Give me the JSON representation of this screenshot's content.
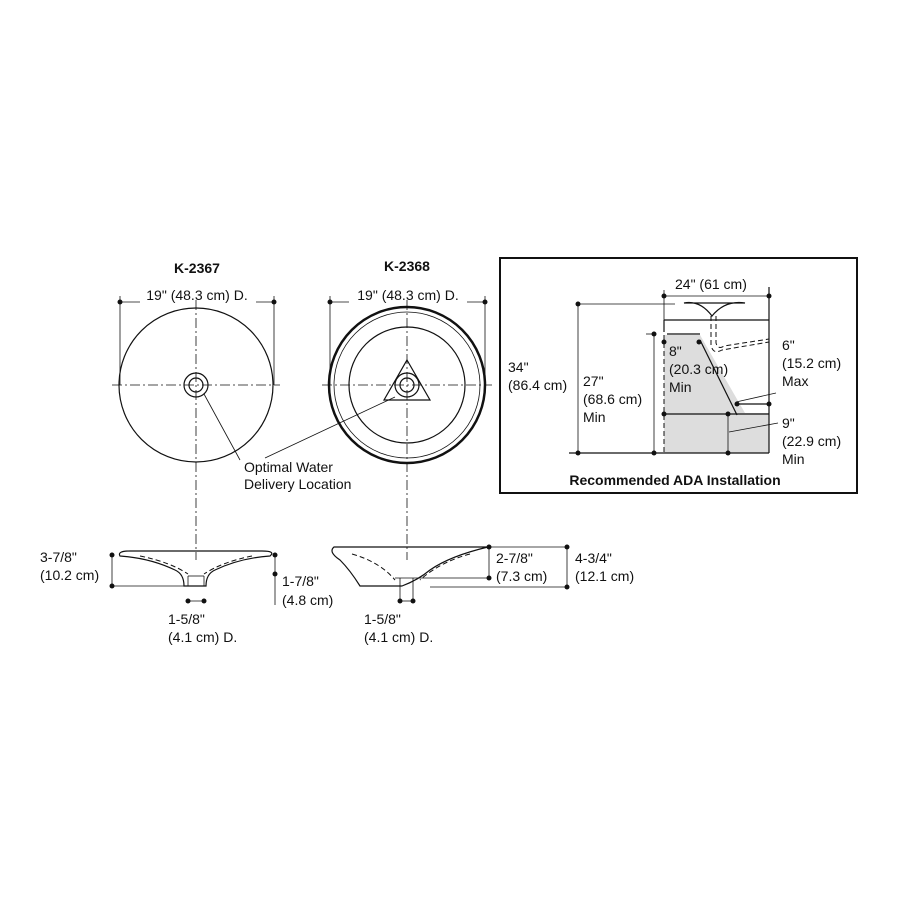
{
  "models": {
    "k2367": {
      "label": "K-2367",
      "diameter": "19\" (48.3 cm) D.",
      "height_in": "3-7/8\"",
      "height_cm": "(10.2 cm)",
      "base_in": "1-7/8\"",
      "base_cm": "(4.8 cm)",
      "drain_in": "1-5/8\"",
      "drain_cm": "(4.1 cm) D."
    },
    "k2368": {
      "label": "K-2368",
      "diameter": "19\" (48.3 cm) D.",
      "bowl_in": "2-7/8\"",
      "bowl_cm": "(7.3 cm)",
      "height_in": "4-3/4\"",
      "height_cm": "(12.1 cm)",
      "drain_in": "1-5/8\"",
      "drain_cm": "(4.1 cm) D."
    }
  },
  "callout": {
    "line1": "Optimal Water",
    "line2": "Delivery Location"
  },
  "ada": {
    "title": "Recommended ADA Installation",
    "width": "24\" (61 cm)",
    "total_in": "34\"",
    "total_cm": "(86.4 cm)",
    "knee_in": "27\"",
    "knee_cm": "(68.6 cm)",
    "knee_min": "Min",
    "depth_in": "8\"",
    "depth_cm": "(20.3 cm)",
    "depth_min": "Min",
    "trap_in": "6\"",
    "trap_cm": "(15.2 cm)",
    "trap_max": "Max",
    "toe_in": "9\"",
    "toe_cm": "(22.9 cm)",
    "toe_min": "Min"
  }
}
